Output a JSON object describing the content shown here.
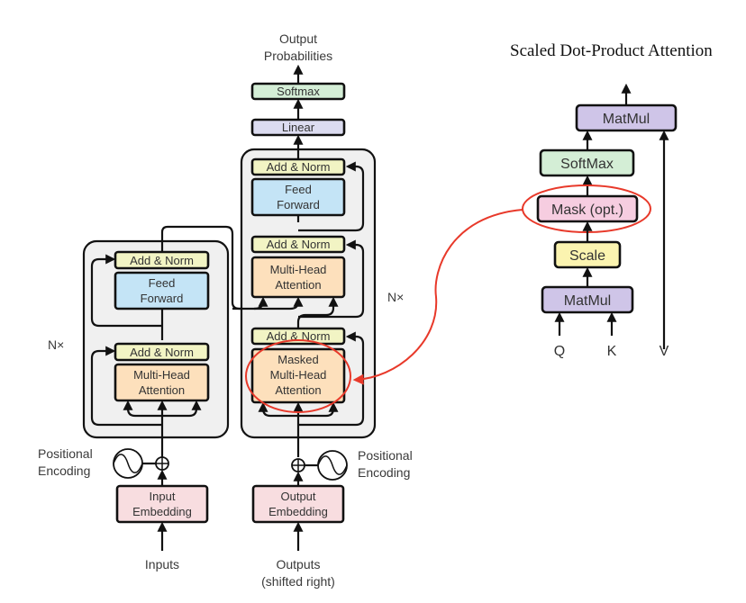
{
  "figure": {
    "encoder": {
      "repeat_label": "N×",
      "add_norm_label": "Add & Norm",
      "feed_forward_label": [
        "Feed",
        "Forward"
      ],
      "attention_label": [
        "Multi-Head",
        "Attention"
      ],
      "positional_encoding_label": [
        "Positional",
        "Encoding"
      ],
      "embedding_label": [
        "Input",
        "Embedding"
      ],
      "input_label": "Inputs"
    },
    "decoder": {
      "repeat_label": "N×",
      "add_norm_label": "Add & Norm",
      "feed_forward_label": [
        "Feed",
        "Forward"
      ],
      "cross_attention_label": [
        "Multi-Head",
        "Attention"
      ],
      "masked_attention_label": [
        "Masked",
        "Multi-Head",
        "Attention"
      ],
      "positional_encoding_label": [
        "Positional",
        "Encoding"
      ],
      "embedding_label": [
        "Output",
        "Embedding"
      ],
      "input_label": [
        "Outputs",
        "(shifted right)"
      ],
      "linear_label": "Linear",
      "softmax_label": "Softmax",
      "output_label": [
        "Output",
        "Probabilities"
      ]
    },
    "scaled_dot_product": {
      "title": "Scaled Dot-Product Attention",
      "matmul_top_label": "MatMul",
      "softmax_label": "SoftMax",
      "mask_label": "Mask (opt.)",
      "scale_label": "Scale",
      "matmul_bottom_label": "MatMul",
      "inputs": [
        "Q",
        "K",
        "V"
      ]
    },
    "colors": {
      "add_norm": "#f2f4c4",
      "feed_forward": "#c4e4f6",
      "attention": "#fde0bc",
      "embedding": "#f8dde0",
      "linear": "#dcdcf0",
      "softmax": "#d4eed6",
      "matmul": "#cfc5e8",
      "mask": "#f6cde0",
      "scale": "#fbf4b0",
      "stack_bg": "#f0f0f0",
      "highlight": "#e8392a"
    }
  }
}
